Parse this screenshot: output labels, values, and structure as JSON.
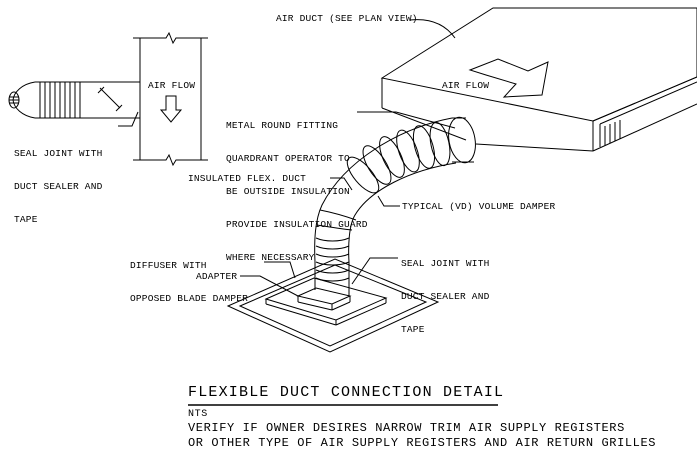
{
  "labels": {
    "air_duct": "AIR DUCT (SEE PLAN VIEW)",
    "air_flow_left": "AIR FLOW",
    "air_flow_duct": "AIR FLOW",
    "fitting": [
      "METAL ROUND FITTING",
      "QUARDRANT OPERATOR TO",
      "BE OUTSIDE INSULATION",
      "PROVIDE INSULATION GUARD",
      "WHERE NECESSARY"
    ],
    "seal_left": [
      "SEAL JOINT WITH",
      "DUCT SEALER AND",
      "TAPE"
    ],
    "insulated_flex": "INSULATED FLEX. DUCT",
    "volume_damper": "TYPICAL (VD) VOLUME DAMPER",
    "diffuser": [
      "DIFFUSER WITH",
      "OPPOSED BLADE DAMPER"
    ],
    "seal_right": [
      "SEAL JOINT WITH",
      "DUCT SEALER AND",
      "TAPE"
    ],
    "adapter": "ADAPTER"
  },
  "title": "FLEXIBLE DUCT CONNECTION DETAIL",
  "notes": {
    "scale": "NTS",
    "line1": "VERIFY IF OWNER DESIRES NARROW TRIM AIR SUPPLY REGISTERS",
    "line2": "OR OTHER TYPE OF AIR SUPPLY REGISTERS AND AIR RETURN GRILLES"
  }
}
